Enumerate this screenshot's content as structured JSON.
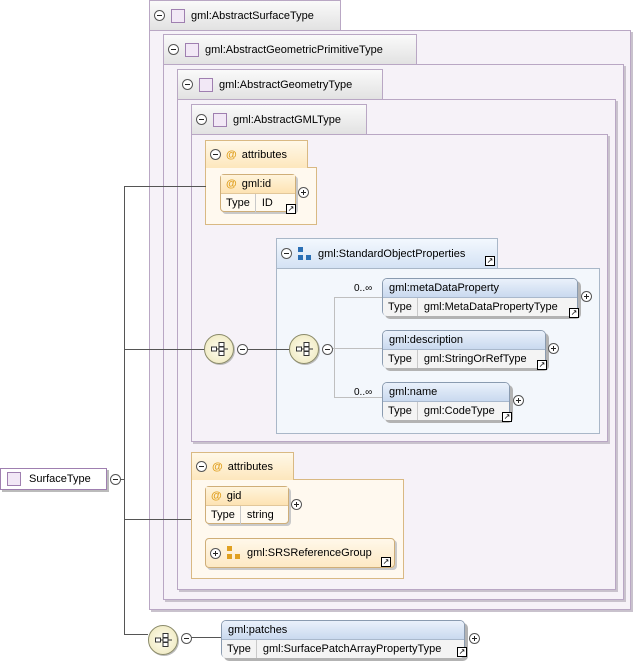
{
  "types": {
    "abstract_surface": "gml:AbstractSurfaceType",
    "abstract_geometric_primitive": "gml:AbstractGeometricPrimitiveType",
    "abstract_geometry": "gml:AbstractGeometryType",
    "abstract_gml": "gml:AbstractGMLType"
  },
  "root": {
    "label": "SurfaceType"
  },
  "attributes_label": "attributes",
  "id_attr": {
    "name": "gml:id",
    "type_key": "Type",
    "type_value": "ID"
  },
  "std_group": {
    "name": "gml:StandardObjectProperties",
    "elements": [
      {
        "name": "gml:metaDataProperty",
        "type_key": "Type",
        "type_value": "gml:MetaDataPropertyType",
        "occurs": "0..∞"
      },
      {
        "name": "gml:description",
        "type_key": "Type",
        "type_value": "gml:StringOrRefType",
        "occurs": ""
      },
      {
        "name": "gml:name",
        "type_key": "Type",
        "type_value": "gml:CodeType",
        "occurs": "0..∞"
      }
    ]
  },
  "gid_attr": {
    "name": "gid",
    "type_key": "Type",
    "type_value": "string"
  },
  "srs_group": {
    "name": "gml:SRSReferenceGroup"
  },
  "patches": {
    "name": "gml:patches",
    "type_key": "Type",
    "type_value": "gml:SurfacePatchArrayPropertyType"
  }
}
